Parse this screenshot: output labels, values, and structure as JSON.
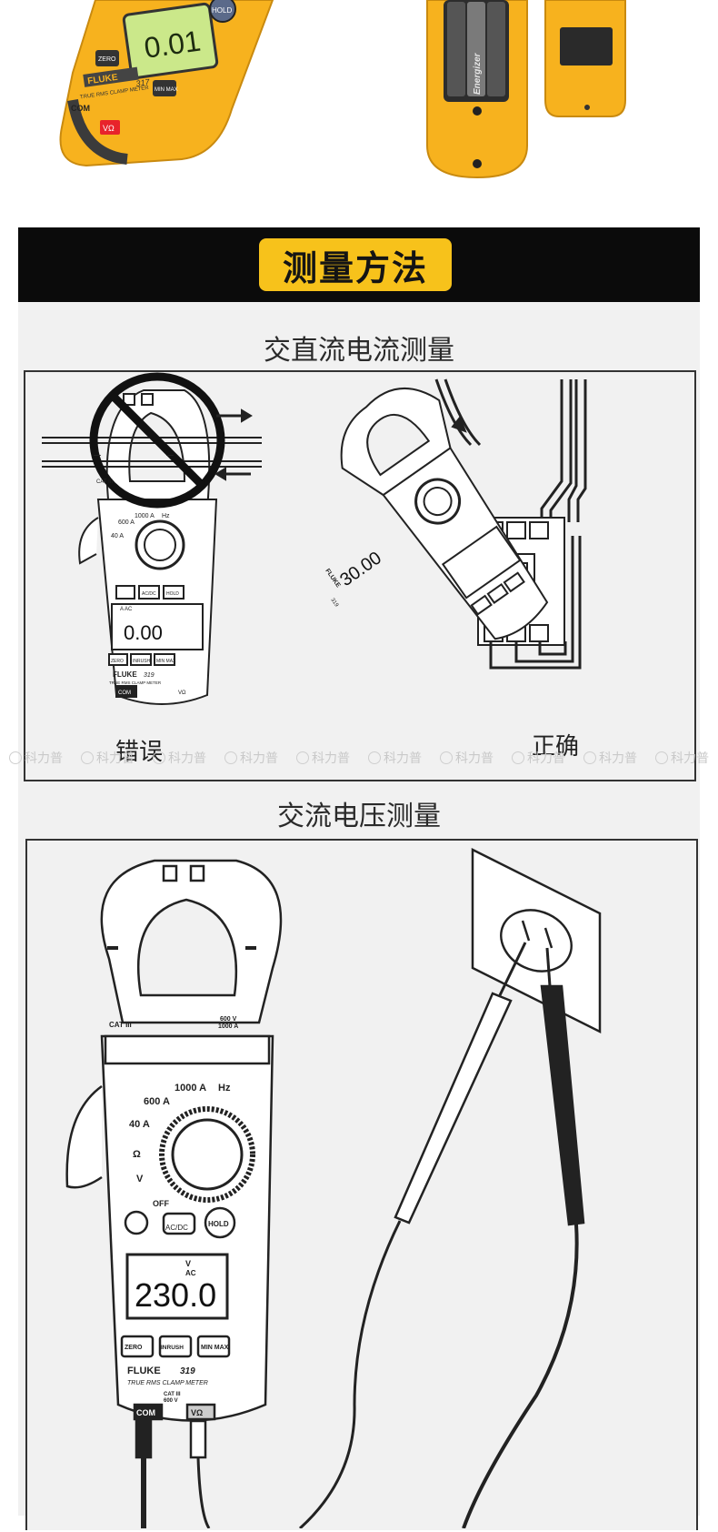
{
  "banner": {
    "title": "测量方法"
  },
  "sections": [
    {
      "title": "交直流电流测量",
      "wrong_label": "错误",
      "right_label": "正确"
    },
    {
      "title": "交流电压测量"
    }
  ],
  "watermark": {
    "text": "科力普",
    "repeat": 10
  },
  "meter_top": {
    "brand": "FLUKE",
    "model": "317",
    "subtitle": "TRUE RMS CLAMP METER",
    "display": "0.01",
    "buttons": [
      "HOLD",
      "ZERO",
      "MIN MAX"
    ],
    "jacks": [
      "COM",
      "VΩ"
    ],
    "battery_brand": "Energizer"
  },
  "meter_wrong": {
    "brand": "FLUKE",
    "model": "319",
    "subtitle": "TRUE RMS CLAMP METER",
    "display": "0.00",
    "display_unit": "A AC",
    "ranges": [
      "1000 A",
      "Hz",
      "600 A",
      "40 A"
    ],
    "buttons": [
      "AC/DC",
      "HOLD",
      "ZERO",
      "INRUSH",
      "MIN MAX"
    ],
    "jacks": [
      "COM",
      "VΩ"
    ],
    "cat": "CAT III"
  },
  "meter_right": {
    "display": "30.00",
    "brand": "FLUKE",
    "model": "319"
  },
  "meter_big": {
    "brand": "FLUKE",
    "model": "319",
    "subtitle": "TRUE RMS CLAMP METER",
    "display": "230.0",
    "display_unit_top": "V",
    "display_unit_bottom": "AC",
    "ranges": [
      "1000 A",
      "Hz",
      "600 A",
      "40 A",
      "Ω",
      "V",
      "OFF"
    ],
    "buttons": [
      "AC/DC",
      "HOLD",
      "ZERO",
      "INRUSH",
      "MIN MAX"
    ],
    "cat_left": "CAT III",
    "cat_right_1": "600 V",
    "cat_right_2": "1000 A",
    "jack_cat_1": "CAT III",
    "jack_cat_2": "600 V",
    "jacks": [
      "COM",
      "VΩ"
    ]
  },
  "colors": {
    "banner_bg": "#0b0b0b",
    "banner_pill": "#f7c21b",
    "meter_yellow": "#f7b21e",
    "panel_bg": "#f1f1f1"
  }
}
